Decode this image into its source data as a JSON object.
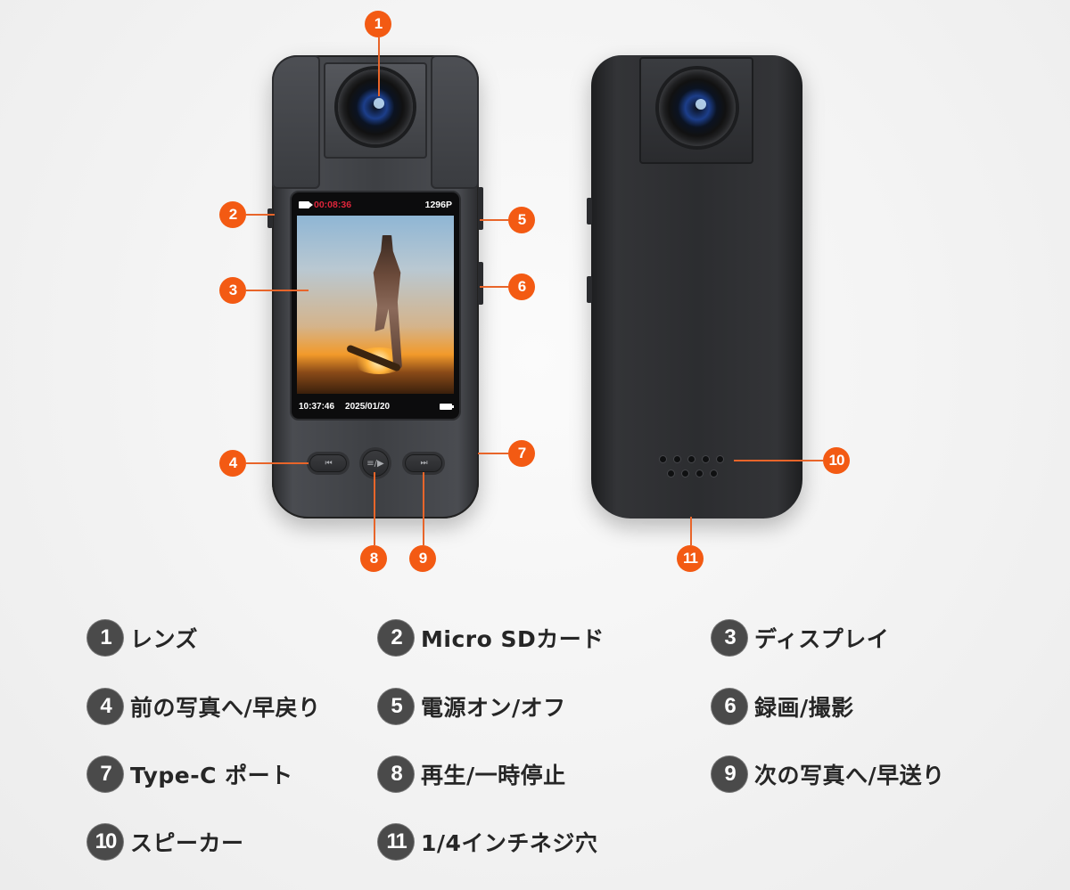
{
  "colors": {
    "accent": "#f35a13",
    "legend_badge": "#4a4a4a",
    "legend_text": "#262626",
    "rec_time": "#e0253b"
  },
  "screen": {
    "rec_icon": "video-camera-icon",
    "rec_time": "00:08:36",
    "resolution": "1296P",
    "clock": "10:37:46",
    "date": "2025/01/20",
    "battery_icon": "battery-icon"
  },
  "buttons": {
    "prev": "⏮",
    "play_pause": "≡/▶",
    "next": "⏭"
  },
  "callouts": [
    "1",
    "2",
    "3",
    "4",
    "5",
    "6",
    "7",
    "8",
    "9",
    "10",
    "11"
  ],
  "legend": [
    {
      "num": "1",
      "label": "レンズ"
    },
    {
      "num": "2",
      "label": "Micro SDカード"
    },
    {
      "num": "3",
      "label": "ディスプレイ"
    },
    {
      "num": "4",
      "label": "前の写真へ/早戻り"
    },
    {
      "num": "5",
      "label": "電源オン/オフ"
    },
    {
      "num": "6",
      "label": "録画/撮影"
    },
    {
      "num": "7",
      "label": "Type-C ポート"
    },
    {
      "num": "8",
      "label": "再生/一時停止"
    },
    {
      "num": "9",
      "label": "次の写真へ/早送り"
    },
    {
      "num": "10",
      "label": "スピーカー"
    },
    {
      "num": "11",
      "label": "1/4インチネジ穴"
    }
  ]
}
